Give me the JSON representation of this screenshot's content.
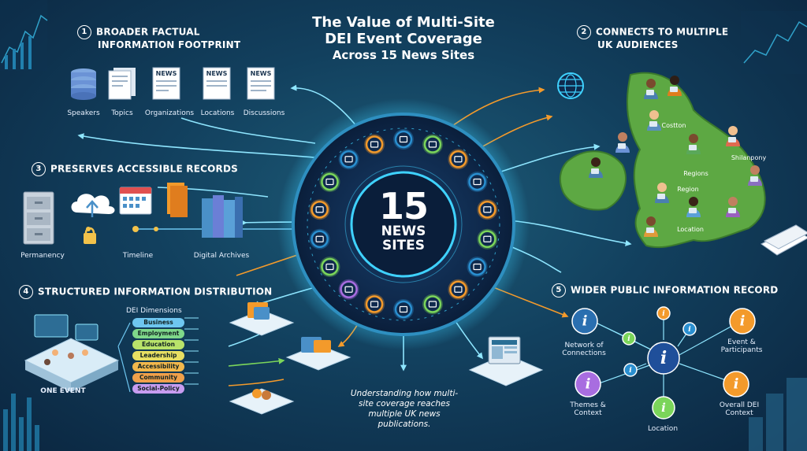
{
  "title": {
    "line1": "The Value of Multi-Site",
    "line2": "DEI Event Coverage",
    "line3": "Across 15 News Sites"
  },
  "hub": {
    "number": "15",
    "line1": "NEWS",
    "line2": "SITES"
  },
  "sections": [
    {
      "num": "1",
      "line1": "BROADER FACTUAL",
      "line2": "INFORMATION FOOTPRINT"
    },
    {
      "num": "2",
      "line1": "CONNECTS TO MULTIPLE",
      "line2": "UK AUDIENCES"
    },
    {
      "num": "3",
      "line1": "PRESERVES ACCESSIBLE RECORDS",
      "line2": ""
    },
    {
      "num": "4",
      "line1": "STRUCTURED INFORMATION DISTRIBUTION",
      "line2": ""
    },
    {
      "num": "5",
      "line1": "WIDER PUBLIC INFORMATION RECORD",
      "line2": ""
    }
  ],
  "footprint": {
    "items": [
      "Speakers",
      "Topics",
      "Organizations",
      "Locations",
      "Discussions"
    ],
    "news_badge": "NEWS"
  },
  "records": {
    "items": [
      "Permanency",
      "Timeline",
      "Digital Archives"
    ]
  },
  "audiences": {
    "labels": [
      "Costton",
      "Shilanpony",
      "Regions",
      "Region",
      "Location"
    ]
  },
  "distribution": {
    "event_label": "ONE EVENT",
    "dimensions_title": "DEI Dimensions",
    "dimensions": [
      "Business",
      "Employment",
      "Education",
      "Leadership",
      "Accessibility",
      "Community",
      "Social-Policy"
    ],
    "dimension_colors": [
      "#6ec6f0",
      "#7fd88a",
      "#b9e36a",
      "#e8df62",
      "#f2b84c",
      "#f0a04a",
      "#c79cf0"
    ]
  },
  "public_record": {
    "labels": {
      "network": "Network of Connections",
      "event": "Event & Participants",
      "themes": "Themes & Context",
      "overall": "Overall DEI Context",
      "location": "Location"
    },
    "info_glyph": "i"
  },
  "note": {
    "text": "Understanding how multi-site coverage reaches multiple UK news publications."
  },
  "colors": {
    "accent_cyan": "#3fd2ff",
    "orange": "#f39a2b",
    "green": "#7bd55a",
    "purple": "#a86de0",
    "ring": "#2e8fc0"
  }
}
